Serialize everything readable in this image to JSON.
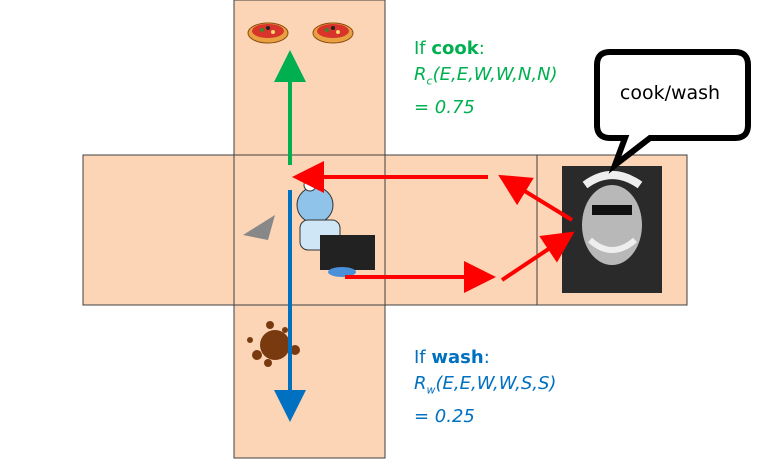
{
  "cook": {
    "heading_prefix": "If ",
    "heading_bold": "cook",
    "heading_suffix": ":",
    "reward_symbol": "R",
    "reward_sub": "c",
    "reward_args": "(E,E,W,W,N,N)",
    "value_line": "= 0.75",
    "color": "#00b050"
  },
  "wash": {
    "heading_prefix": "If ",
    "heading_bold": "wash",
    "heading_suffix": ":",
    "reward_symbol": "R",
    "reward_sub": "w",
    "reward_args": "(E,E,W,W,S,S)",
    "value_line": "= 0.25",
    "color": "#0070c0"
  },
  "speech_bubble": {
    "text": "cook/wash"
  },
  "colors": {
    "cell": "#fbd5b5",
    "path_arrow": "#ff0000",
    "cook_arrow": "#00b050",
    "wash_arrow": "#0070c0"
  }
}
